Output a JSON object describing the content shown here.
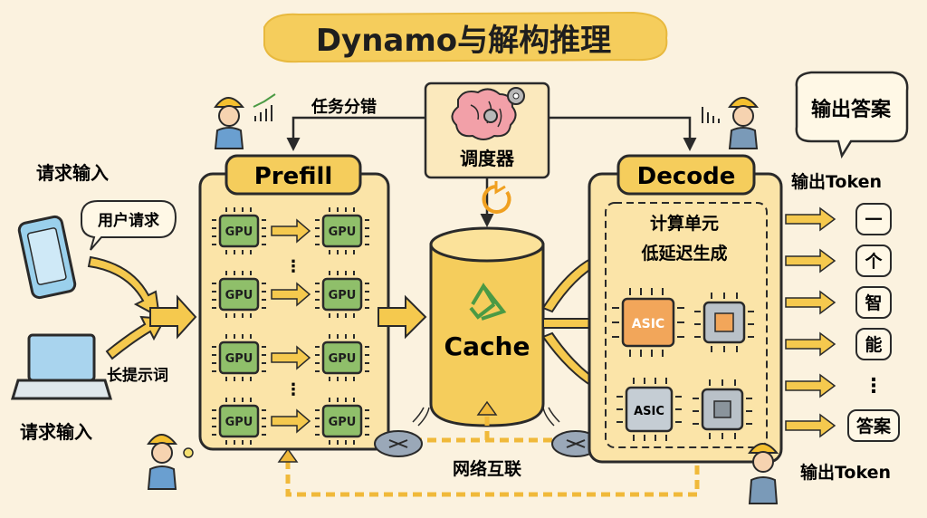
{
  "title": "Dynamo与解构推理",
  "left": {
    "top_label": "请求输入",
    "bottom_label": "请求输入",
    "user_request": "用户请求",
    "long_prompt": "长提示词"
  },
  "prefill": {
    "label": "Prefill",
    "chip_label": "GPU",
    "ellipsis": "⋮"
  },
  "scheduler": {
    "label": "调度器",
    "task_split": "任务分错"
  },
  "cache": {
    "label": "Cache"
  },
  "network": {
    "label": "网络互联"
  },
  "decode": {
    "label": "Decode",
    "unit_line1": "计算单元",
    "unit_line2": "低延迟生成",
    "asic_label": "ASIC"
  },
  "output": {
    "bubble": "输出答案",
    "token_top": "输出Token",
    "token_bottom": "输出Token",
    "tokens": [
      "一",
      "个",
      "智",
      "能",
      "⋮",
      "答案"
    ]
  },
  "icons": [
    "phone-icon",
    "laptop-icon",
    "brain-gear-icon",
    "recycle-icon",
    "refresh-icon",
    "router-icon",
    "gpu-chip-icon",
    "asic-chip-icon",
    "worker-icon",
    "chart-icon"
  ],
  "colors": {
    "background": "#fbf2df",
    "panel_yellow": "#f7d774",
    "banner_yellow": "#f5cd5c",
    "gpu_green": "#8fbf6a",
    "asic_orange": "#f2a65a",
    "outline": "#2a2a2a"
  }
}
